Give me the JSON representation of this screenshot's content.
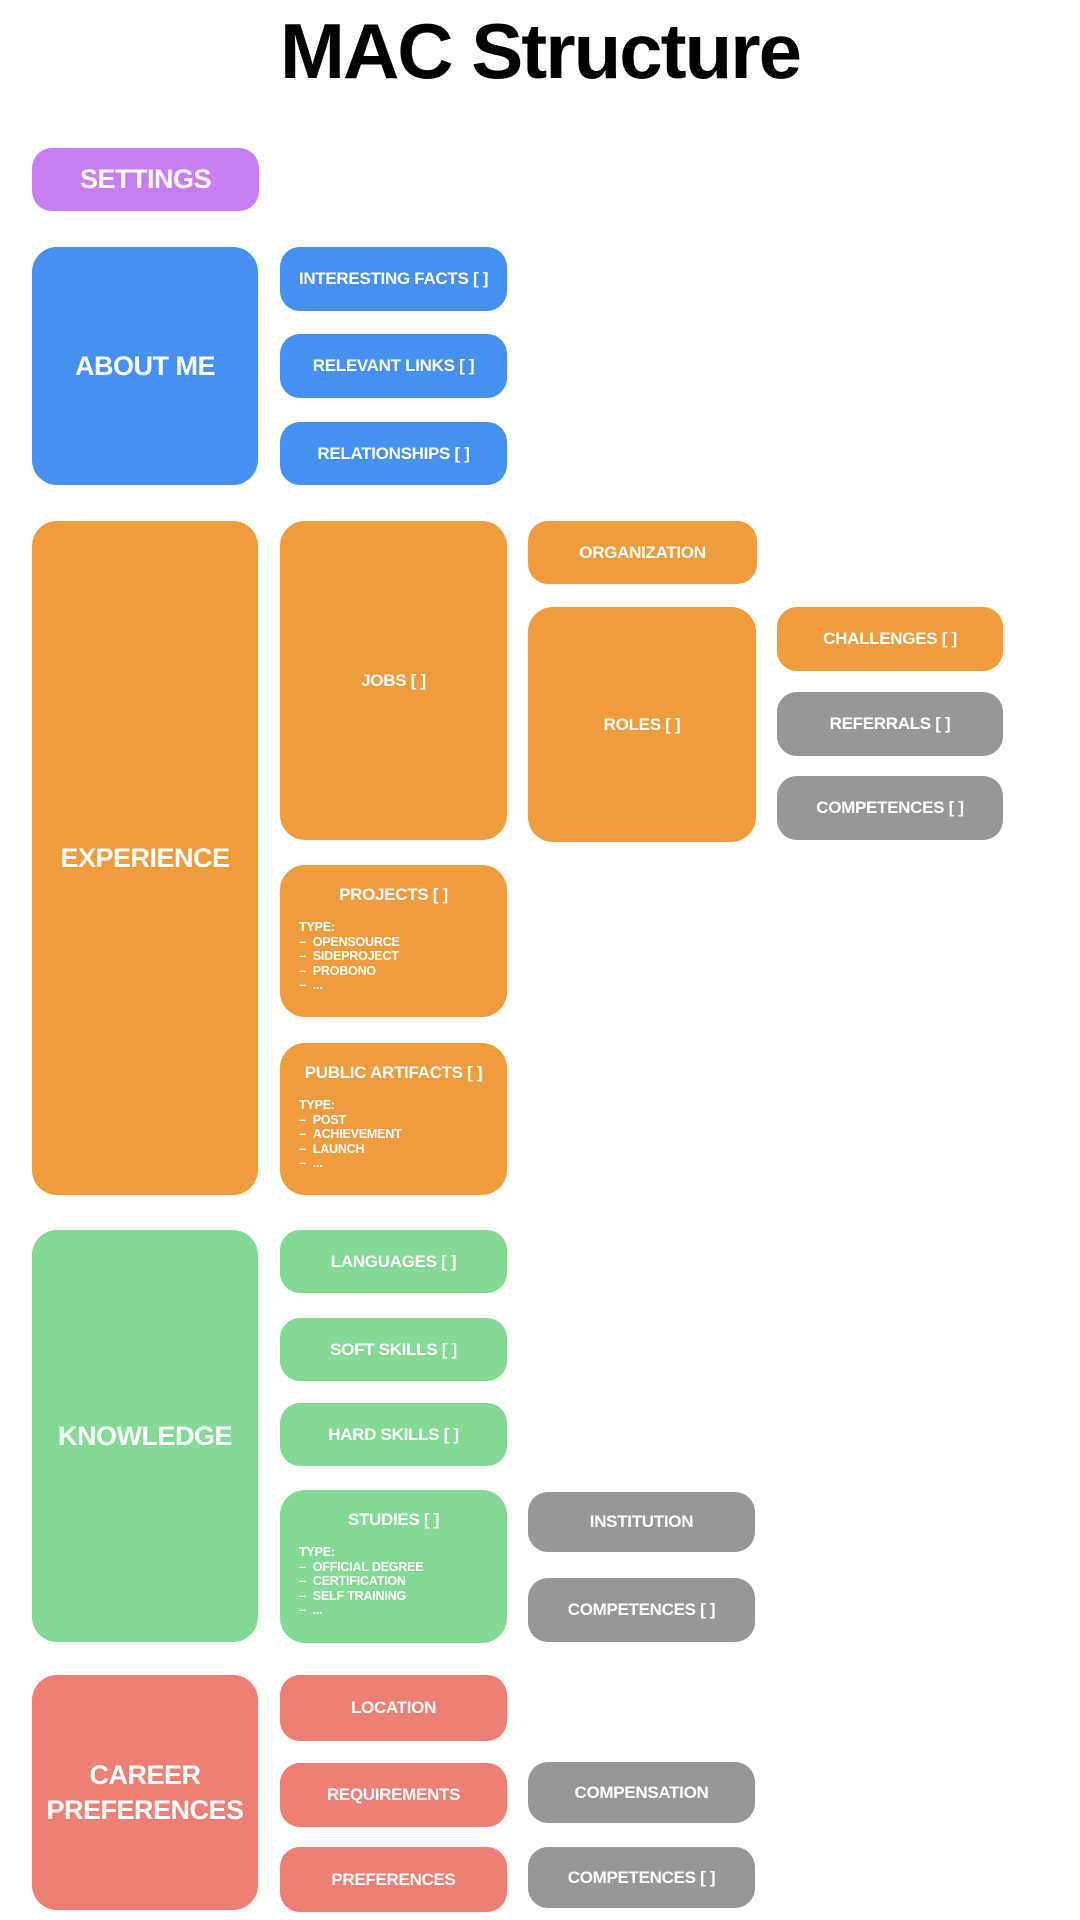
{
  "title": "MAC Structure",
  "bullet": "–",
  "colors": {
    "purple": "#c87ef2",
    "blue": "#4691ef",
    "orange": "#ee9c3e",
    "green": "#84d994",
    "salmon": "#ed7f75",
    "gray": "#979797",
    "box_text": "#ffffff",
    "title_text": "#000000"
  },
  "nodes": {
    "settings": {
      "label": "SETTINGS"
    },
    "about_me": {
      "label": "ABOUT ME"
    },
    "interesting_facts": {
      "label": "INTERESTING FACTS [ ]"
    },
    "relevant_links": {
      "label": "RELEVANT LINKS [ ]"
    },
    "relationships": {
      "label": "RELATIONSHIPS [ ]"
    },
    "experience": {
      "label": "EXPERIENCE"
    },
    "jobs": {
      "label": "JOBS [ ]"
    },
    "organization": {
      "label": "ORGANIZATION"
    },
    "roles": {
      "label": "ROLES [ ]"
    },
    "challenges": {
      "label": "CHALLENGES [ ]"
    },
    "referrals": {
      "label": "REFERRALS [ ]"
    },
    "competences_roles": {
      "label": "COMPETENCES [ ]"
    },
    "projects": {
      "label": "PROJECTS [ ]",
      "type_heading": "TYPE:",
      "types": [
        "OPENSOURCE",
        "SIDEPROJECT",
        "PROBONO",
        "..."
      ]
    },
    "public_artifacts": {
      "label": "PUBLIC ARTIFACTS [ ]",
      "type_heading": "TYPE:",
      "types": [
        "POST",
        "ACHIEVEMENT",
        "LAUNCH",
        "..."
      ]
    },
    "knowledge": {
      "label": "KNOWLEDGE"
    },
    "languages": {
      "label": "LANGUAGES [ ]"
    },
    "soft_skills": {
      "label": "SOFT SKILLS [ ]"
    },
    "hard_skills": {
      "label": "HARD SKILLS [ ]"
    },
    "studies": {
      "label": "STUDIES [ ]",
      "type_heading": "TYPE:",
      "types": [
        "OFFICIAL DEGREE",
        "CERTIFICATION",
        "SELF TRAINING",
        "..."
      ]
    },
    "institution": {
      "label": "INSTITUTION"
    },
    "competences_studies": {
      "label": "COMPETENCES [ ]"
    },
    "career_preferences": {
      "label": "CAREER PREFERENCES"
    },
    "location": {
      "label": "LOCATION"
    },
    "requirements": {
      "label": "REQUIREMENTS"
    },
    "preferences": {
      "label": "PREFERENCES"
    },
    "compensation": {
      "label": "COMPENSATION"
    },
    "competences_career": {
      "label": "COMPETENCES [ ]"
    }
  }
}
